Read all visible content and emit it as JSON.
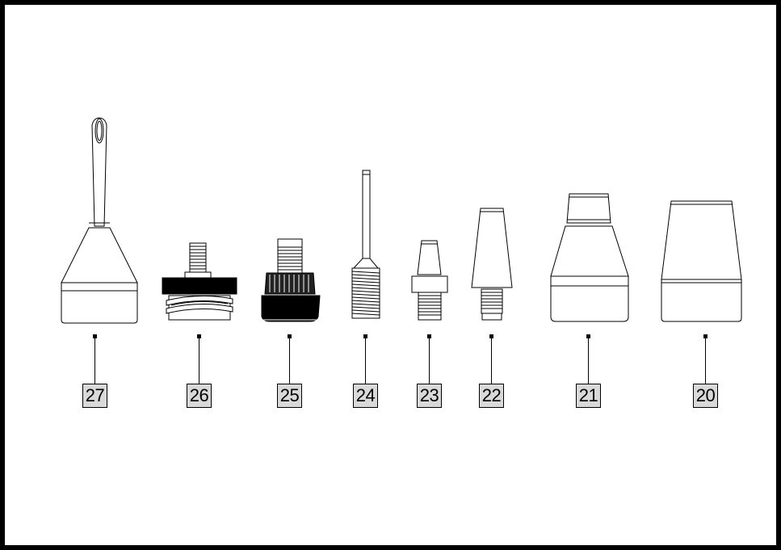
{
  "diagram": {
    "parts": [
      {
        "id": "27",
        "label": "27",
        "shape": "needle-tip-cone-nozzle"
      },
      {
        "id": "26",
        "label": "26",
        "shape": "knurled-valve-adapter"
      },
      {
        "id": "25",
        "label": "25",
        "shape": "knurled-threaded-cap"
      },
      {
        "id": "24",
        "label": "24",
        "shape": "needle-threaded-adapter"
      },
      {
        "id": "23",
        "label": "23",
        "shape": "small-cone-threaded-adapter"
      },
      {
        "id": "22",
        "label": "22",
        "shape": "tall-cone-threaded-adapter"
      },
      {
        "id": "21",
        "label": "21",
        "shape": "stepped-cone-nozzle"
      },
      {
        "id": "20",
        "label": "20",
        "shape": "large-cone-nozzle"
      }
    ],
    "colors": {
      "line": "#000000",
      "label_fill": "#d9d9d9",
      "background": "#ffffff"
    }
  }
}
